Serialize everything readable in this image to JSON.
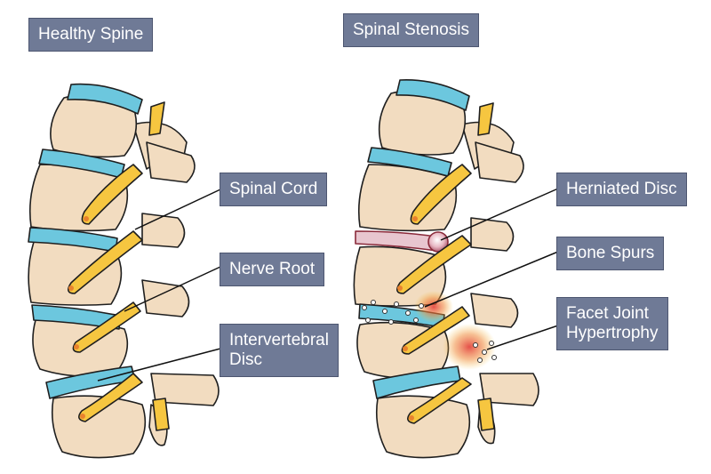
{
  "panels": {
    "healthy": {
      "title": "Healthy Spine"
    },
    "stenosis": {
      "title": "Spinal Stenosis"
    }
  },
  "callouts": {
    "spinal_cord": "Spinal Cord",
    "nerve_root": "Nerve Root",
    "intervertebral_disc": [
      "Intervertebral",
      "Disc"
    ],
    "herniated_disc": "Herniated Disc",
    "bone_spurs": "Bone Spurs",
    "facet_joint": [
      "Facet Joint",
      "Hypertrophy"
    ]
  },
  "colors": {
    "bone_fill": "#f2dcc0",
    "bone_edge": "#1f1f1f",
    "disc_fill": "#6cc7de",
    "nerve_fill": "#f6c640",
    "inflammation": "#e0312a",
    "label_bg": "#6f7a96"
  }
}
